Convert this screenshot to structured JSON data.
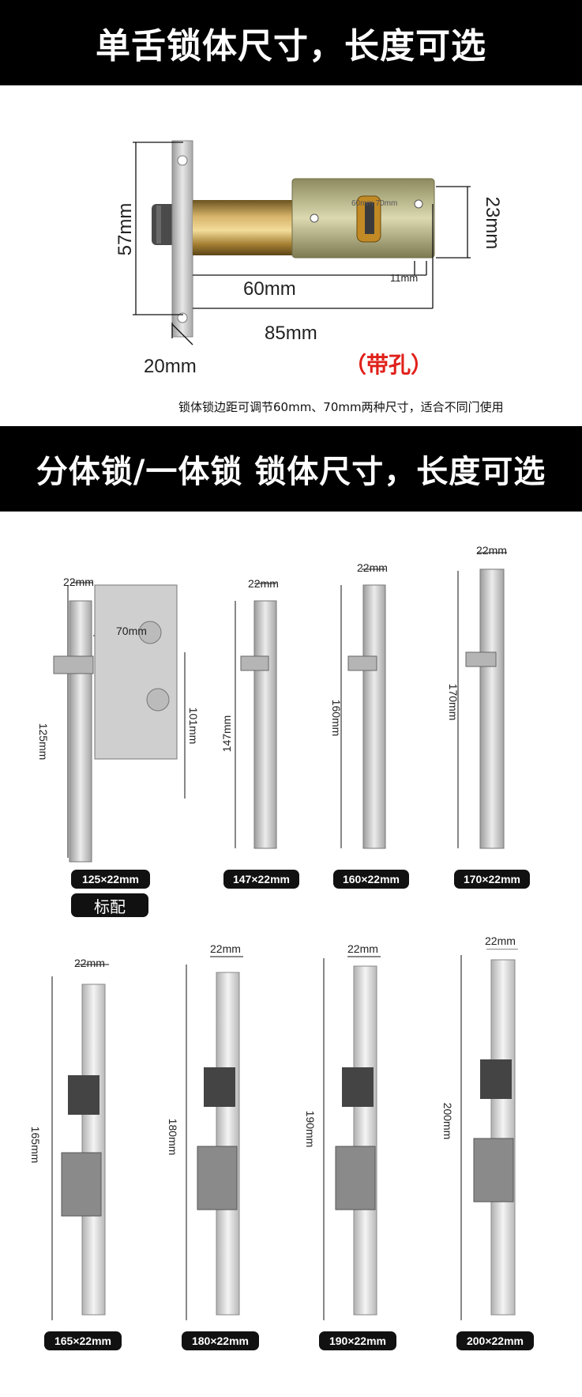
{
  "banner_top": {
    "title": "单舌锁体尺寸，长度可选"
  },
  "banner_mid": {
    "title": "分体锁/一体锁 锁体尺寸，长度可选"
  },
  "latch": {
    "height": "57mm",
    "stroke_60": "60mm",
    "stroke_85": "85mm",
    "plate_width": "20mm",
    "tube_dia": "23mm",
    "offset": "11mm",
    "tube_marking": "60mm 70mm",
    "with_hole": "（带孔）",
    "note": "锁体锁边距可调节60mm、70mm两种尺寸，适合不同门使用"
  },
  "mortise_row1": [
    {
      "width": "22mm",
      "height": "125mm",
      "body_width": "70mm",
      "body_height": "101mm",
      "label": "125×22mm",
      "badge": "标配"
    },
    {
      "width": "22mm",
      "height": "147mm",
      "label": "147×22mm"
    },
    {
      "width": "22mm",
      "height": "160mm",
      "label": "160×22mm"
    },
    {
      "width": "22mm",
      "height": "170mm",
      "label": "170×22mm"
    }
  ],
  "mortise_row2": [
    {
      "width": "22mm",
      "height": "165mm",
      "label": "165×22mm"
    },
    {
      "width": "22mm",
      "height": "180mm",
      "label": "180×22mm"
    },
    {
      "width": "22mm",
      "height": "190mm",
      "label": "190×22mm"
    },
    {
      "width": "22mm",
      "height": "200mm",
      "label": "200×22mm"
    }
  ]
}
